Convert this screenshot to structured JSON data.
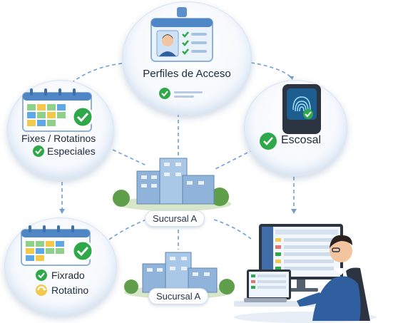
{
  "nodes": {
    "perfiles": {
      "title": "Perfiles de Acceso"
    },
    "fixes": {
      "line1": "Fixes / Rotatinos",
      "line2": "Especiales"
    },
    "escosal": {
      "title": "Escosal"
    },
    "fixrado": {
      "line1": "Fixrado",
      "line2": "Rotatino"
    },
    "sucursal_top": {
      "label": "Sucursal A"
    },
    "sucursal_bottom": {
      "label": "Sucursal A"
    }
  },
  "colors": {
    "connector": "#6f9ed6",
    "check_green": "#2fa84a",
    "accent_blue": "#2f6fbf",
    "card_yellow": "#f2c94c"
  },
  "icons": [
    "id-badge-icon",
    "calendar-icon",
    "fingerprint-scanner-icon",
    "check-icon",
    "building-icon",
    "computer-user-icon"
  ]
}
